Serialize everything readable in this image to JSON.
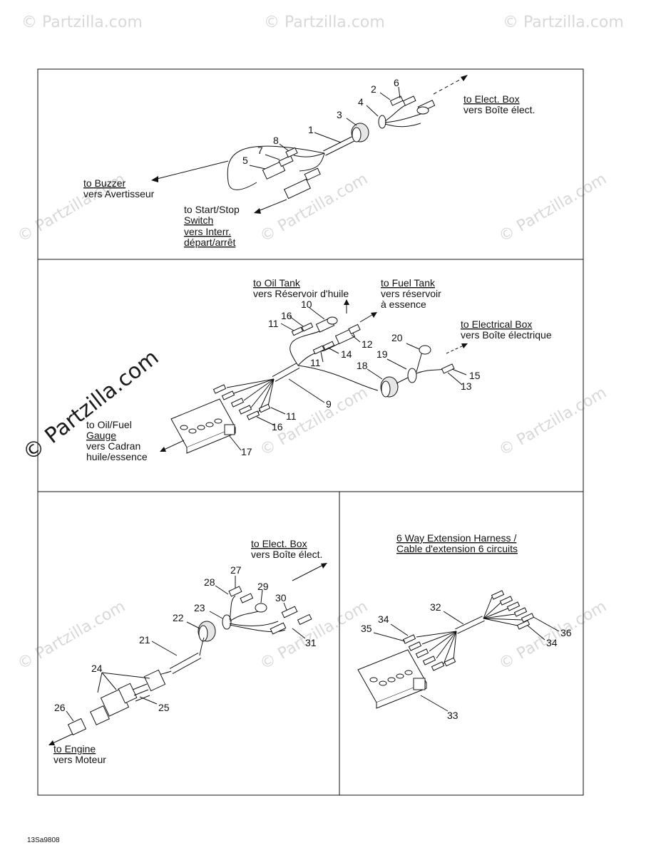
{
  "watermark": {
    "text": "© Partzilla.com"
  },
  "figure_code": "13Sa9808",
  "panel1": {
    "elect_box": [
      "to Elect. Box",
      "vers Boîte élect."
    ],
    "buzzer": [
      "to Buzzer",
      "vers Avertisseur"
    ],
    "start_stop": [
      "to Start/Stop",
      "Switch",
      "vers Interr.",
      "départ/arrêt"
    ],
    "numbers": [
      "1",
      "2",
      "3",
      "4",
      "5",
      "6",
      "7",
      "8"
    ]
  },
  "panel2": {
    "oil_tank": [
      "to Oil Tank",
      "vers Réservoir d'huile"
    ],
    "fuel_tank": [
      "to Fuel Tank",
      "vers réservoir",
      "à essence"
    ],
    "electrical_box": [
      "to Electrical Box",
      "vers Boîte électrique"
    ],
    "gauge": [
      "to Oil/Fuel",
      "Gauge",
      "vers Cadran",
      "huile/essence"
    ],
    "numbers": [
      "9",
      "10",
      "11",
      "11",
      "11",
      "12",
      "13",
      "14",
      "15",
      "16",
      "16",
      "17",
      "18",
      "19",
      "20"
    ]
  },
  "panel3": {
    "elect_box": [
      "to Elect. Box",
      "vers Boîte élect."
    ],
    "engine": [
      "to Engine",
      "vers Moteur"
    ],
    "numbers": [
      "21",
      "22",
      "23",
      "24",
      "25",
      "26",
      "27",
      "28",
      "29",
      "30",
      "31"
    ]
  },
  "panel4": {
    "title": [
      "6 Way Extension Harness /",
      "Cable d'extension 6 circuits"
    ],
    "numbers": [
      "32",
      "33",
      "34",
      "34",
      "35",
      "36"
    ]
  }
}
